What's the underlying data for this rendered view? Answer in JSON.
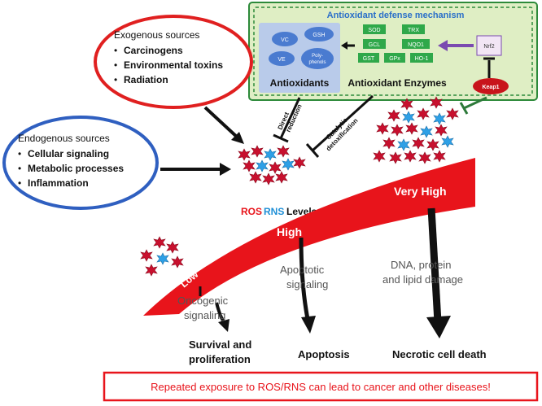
{
  "defense": {
    "title": "Antioxidant defense mechanism",
    "antioxidants_label": "Antioxidants",
    "enzymes_label": "Antioxidant Enzymes",
    "molecules": [
      "VC",
      "GSH",
      "VE",
      "Poly-",
      "phenols"
    ],
    "enzymes": [
      "SOD",
      "TRX",
      "GCL",
      "NQO1",
      "GST",
      "GPx",
      "HO-1"
    ],
    "nrf2": "Nrf2",
    "keap1": "Keap1"
  },
  "exogenous": {
    "title": "Exogenous sources",
    "items": [
      "Carcinogens",
      "Environmental toxins",
      "Radiation"
    ]
  },
  "endogenous": {
    "title": "Endogenous sources",
    "items": [
      "Cellular signaling",
      "Metabolic processes",
      "Inflammation"
    ]
  },
  "inhibitions": {
    "direct_line1": "Direct",
    "direct_line2": "reduction",
    "catalytic_line1": "Catalytic",
    "catalytic_line2": "detoxification"
  },
  "levels": {
    "ros": "ROS",
    "rns": "RNS",
    "levels": "Levels",
    "low": "Low",
    "high": "High",
    "very_high": "Very High"
  },
  "signals": {
    "oncogenic_line1": "Oncogenic",
    "oncogenic_line2": "signaling",
    "apoptotic_line1": "Apoptotic",
    "apoptotic_line2": "signaling",
    "damage_line1": "DNA, protein",
    "damage_line2": "and lipid damage"
  },
  "outcomes": {
    "survival_line1": "Survival and",
    "survival_line2": "proliferation",
    "apoptosis": "Apoptosis",
    "necrotic": "Necrotic cell death"
  },
  "footer": "Repeated exposure to ROS/RNS can lead to cancer and other diseases!",
  "colors": {
    "red": "#e8141b",
    "ros_red": "#c8102e",
    "rns_blue": "#1f8fd6",
    "green": "#3aaa3a",
    "green_bg": "#dfeec4",
    "blue_box": "#b9cbea",
    "oval_blue": "#4a7bd0",
    "ellipse_red_border": "#e02020",
    "ellipse_blue_border": "#2f5fc0"
  }
}
